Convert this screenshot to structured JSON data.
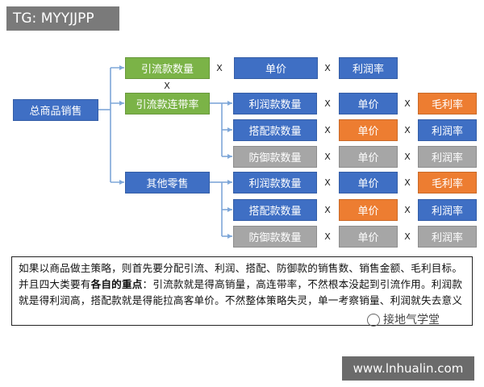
{
  "header_tag": "TG: MYYJJPP",
  "root": {
    "label": "总商品销售"
  },
  "level1": {
    "traffic_qty": "引流款数量",
    "traffic_rate": "引流款连带率",
    "other": "其他零售"
  },
  "x_symbol": "X",
  "row0": {
    "unit_price": "单价",
    "margin": "利润率"
  },
  "group_a": {
    "profit_qty": "利润款数量",
    "match_qty": "搭配款数量",
    "defense_qty": "防御款数量"
  },
  "cells": {
    "unit_price": "单价",
    "gross_margin": "毛利率",
    "profit_margin": "利润率"
  },
  "note": {
    "text_part1": "如果以商品做主策略，则首先要分配引流、利润、搭配、防御款的销售数、销售金额、毛利目标。并且四大类要有",
    "bold": "各自的重点",
    "text_part2": "：引流款就是得高销量，高连带率，不然根本没起到引流作用。利润款就是得利润高，搭配款就是得能拉高客单价。不然整体策略失灵，单一考察销量、利润就失去意义"
  },
  "watermark_wechat": "接地气学堂",
  "site": "www.lnhualin.com",
  "colors": {
    "green": "#7bb347",
    "blue": "#3f6fc4",
    "orange": "#ed7d31",
    "gray": "#a6a6a6"
  }
}
